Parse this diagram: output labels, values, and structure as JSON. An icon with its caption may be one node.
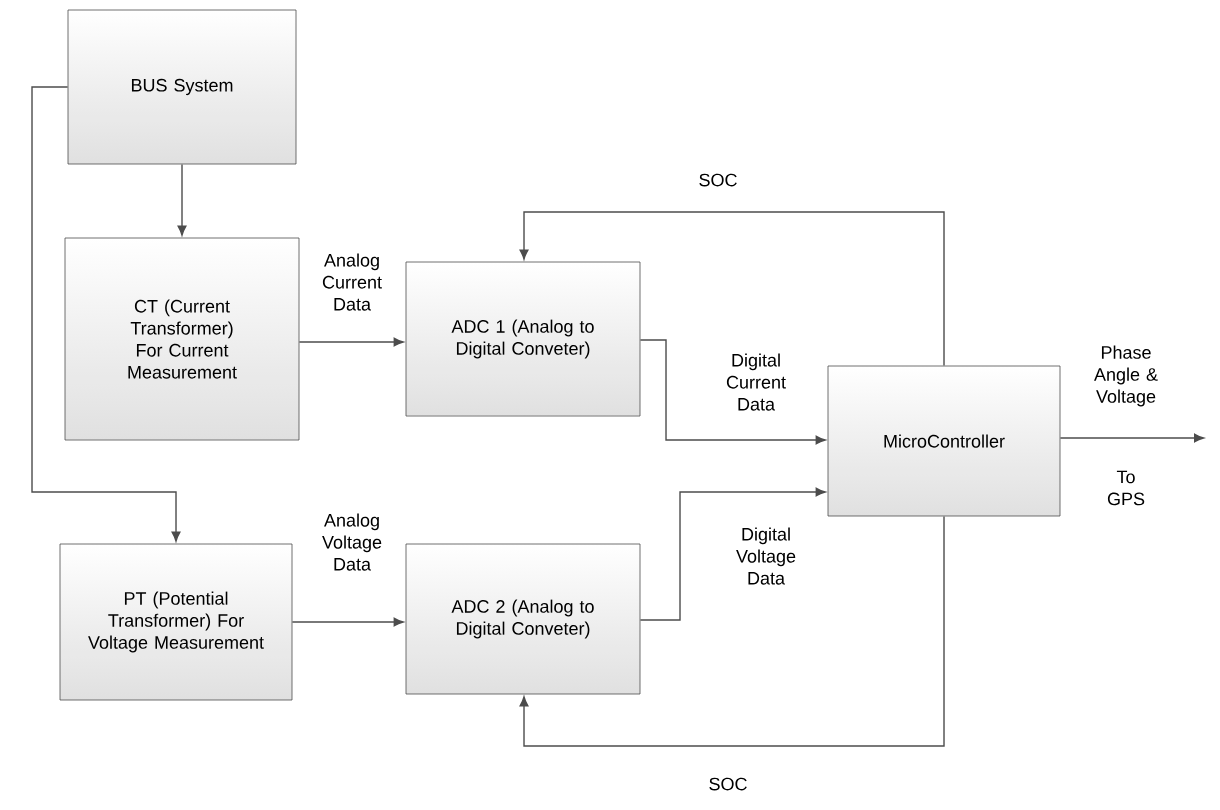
{
  "diagram": {
    "nodes": [
      {
        "text": [
          "BUS System"
        ]
      },
      {
        "text": [
          "CT (Current Transformer) For Current Measurement"
        ]
      },
      {
        "text": [
          "ADC 1 (Analog to Digital Conveter)"
        ]
      },
      {
        "text": [
          "MicroController"
        ]
      },
      {
        "text": [
          "PT (Potential Transformer) For Voltage Measurement"
        ]
      },
      {
        "text": [
          "ADC 2 (Analog to Digital Conveter)"
        ]
      }
    ],
    "edges": [
      {
        "from": 0,
        "to": 1,
        "arrow": "to"
      },
      {
        "from": 0,
        "to": 4,
        "arrow": "to"
      },
      {
        "from": 1,
        "to": 2,
        "arrow": "to",
        "label": "Analog Current Data"
      },
      {
        "from": 4,
        "to": 5,
        "arrow": "to",
        "label": "Analog Voltage Data"
      },
      {
        "from": 2,
        "to": 3,
        "arrow": "to",
        "label": "Digital Current Data"
      },
      {
        "from": 5,
        "to": 3,
        "arrow": "to",
        "label": "Digital Voltage Data"
      },
      {
        "from": 3,
        "to": 2,
        "arrow": "to",
        "label": "SOC"
      },
      {
        "from": 3,
        "to": 5,
        "arrow": "to",
        "label": "SOC"
      },
      {
        "from": 3,
        "to": null,
        "arrow": "to",
        "label": "Phase Angle & Voltage"
      }
    ],
    "labels": [
      "To GPS"
    ]
  }
}
